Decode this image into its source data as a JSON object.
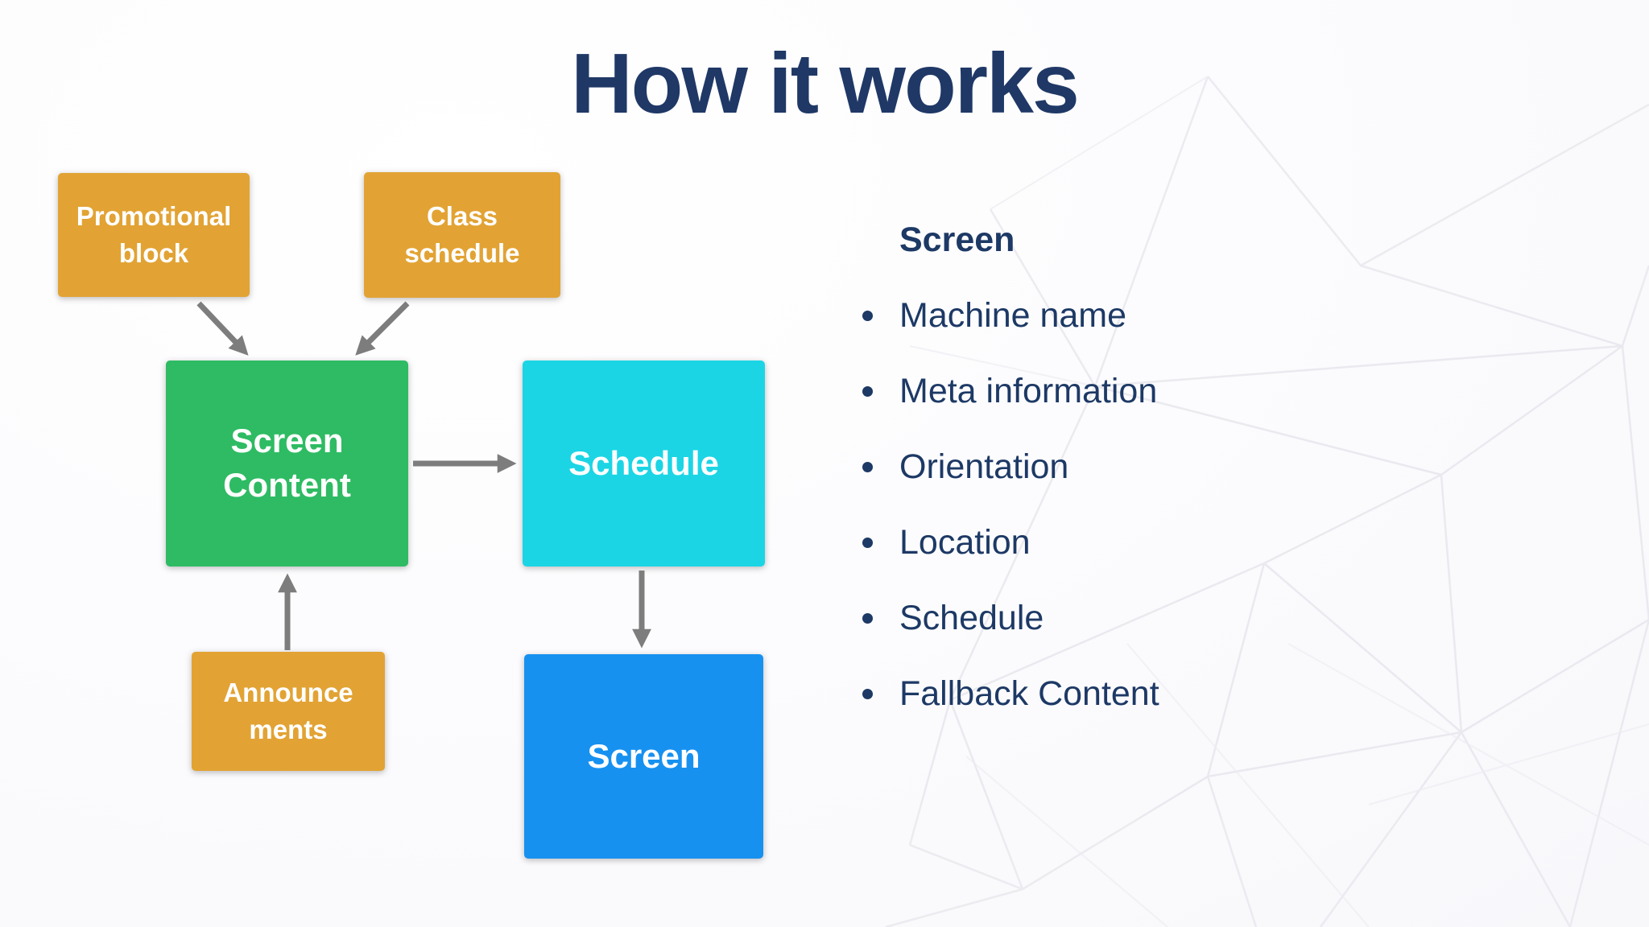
{
  "slide": {
    "title": "How it works"
  },
  "diagram": {
    "nodes": {
      "promotional": {
        "line1": "Promotional",
        "line2": "block",
        "color": "#E2A334"
      },
      "class_schedule": {
        "line1": "Class",
        "line2": "schedule",
        "color": "#E2A334"
      },
      "screen_content": {
        "line1": "Screen",
        "line2": "Content",
        "color": "#2EBB63"
      },
      "schedule": {
        "label": "Schedule",
        "color": "#1BD5E5"
      },
      "screen": {
        "label": "Screen",
        "color": "#1791F0"
      },
      "announcements": {
        "line1": "Announce",
        "line2": "ments",
        "color": "#E2A334"
      }
    },
    "arrow_color": "#7D7D7D"
  },
  "panel": {
    "heading": "Screen",
    "items": [
      "Machine name",
      "Meta information",
      "Orientation",
      "Location",
      "Schedule",
      "Fallback Content"
    ]
  },
  "colors": {
    "title_text": "#1F3866",
    "body_text": "#1D3965",
    "node_text": "#FFFFFF",
    "background": "#FBFBFD",
    "mesh_line": "#E7E7ED"
  }
}
